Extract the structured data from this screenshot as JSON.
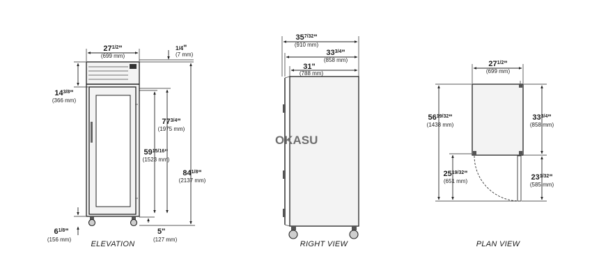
{
  "views": {
    "elevation": {
      "title": "ELEVATION"
    },
    "right": {
      "title": "RIGHT VIEW"
    },
    "plan": {
      "title": "PLAN VIEW"
    }
  },
  "watermark": {
    "text": "OKASU",
    "sub": ""
  },
  "dimensions": {
    "elev_width": {
      "a": "27",
      "b": "1/2",
      "c": "\"",
      "mm": "(699 mm)"
    },
    "elev_top_offset": {
      "a": "",
      "b": "1/4",
      "c": "\"",
      "mm": "(7 mm)"
    },
    "elev_top_section": {
      "a": "14",
      "b": "3/8",
      "c": "\"",
      "mm": "(366 mm)"
    },
    "elev_height_body": {
      "a": "77",
      "b": "3/4",
      "c": "\"",
      "mm": "(1975 mm)"
    },
    "elev_door_height": {
      "a": "59",
      "b": "15/16",
      "c": "\"",
      "mm": "(1523 mm)"
    },
    "elev_total_height": {
      "a": "84",
      "b": "1/8",
      "c": "\"",
      "mm": "(2137 mm)"
    },
    "elev_leg": {
      "a": "6",
      "b": "1/8",
      "c": "\"",
      "mm": "(156 mm)"
    },
    "elev_caster": {
      "a": "5\"",
      "b": "",
      "c": "",
      "mm": "(127 mm)"
    },
    "right_depth_total": {
      "a": "35",
      "b": "7/32",
      "c": "\"",
      "mm": "(910 mm)"
    },
    "right_depth_handle": {
      "a": "33",
      "b": "3/4",
      "c": "\"",
      "mm": "(858 mm)"
    },
    "right_depth_body": {
      "a": "31\"",
      "b": "",
      "c": "",
      "mm": "(788 mm)"
    },
    "plan_width": {
      "a": "27",
      "b": "1/2",
      "c": "\"",
      "mm": "(699 mm)"
    },
    "plan_total_depth": {
      "a": "56",
      "b": "19/32",
      "c": "\"",
      "mm": "(1438 mm)"
    },
    "plan_body_depth": {
      "a": "33",
      "b": "3/4",
      "c": "\"",
      "mm": "(858 mm)"
    },
    "plan_door_swing": {
      "a": "25",
      "b": "19/32",
      "c": "\"",
      "mm": "(651 mm)"
    },
    "plan_door_width": {
      "a": "23",
      "b": "1/32",
      "c": "\"",
      "mm": "(585 mm)"
    }
  }
}
